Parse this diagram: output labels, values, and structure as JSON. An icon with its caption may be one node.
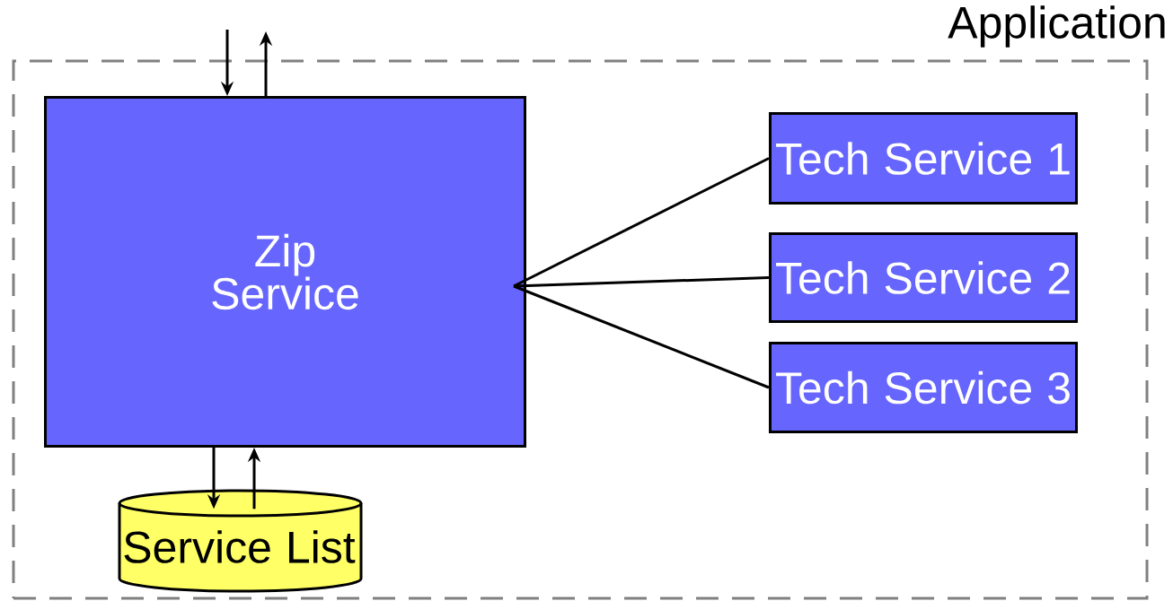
{
  "diagram": {
    "nodes": [
      {
        "text": [
          "Application"
        ]
      },
      {
        "text": [
          "Zip Service"
        ],
        "in": 0
      },
      {
        "text": [
          "Tech Service 1"
        ],
        "in": 0
      },
      {
        "text": [
          "Tech Service 2"
        ],
        "in": 0
      },
      {
        "text": [
          "Tech Service 3"
        ],
        "in": 0
      },
      {
        "text": [
          "Service List"
        ],
        "in": 0
      }
    ],
    "edges": [
      {
        "from": null,
        "to": 1,
        "arrow": "to"
      },
      {
        "from": 1,
        "to": null,
        "arrow": "to"
      },
      {
        "from": 1,
        "to": 2,
        "arrow": "none"
      },
      {
        "from": 1,
        "to": 3,
        "arrow": "none"
      },
      {
        "from": 1,
        "to": 4,
        "arrow": "none"
      },
      {
        "from": 1,
        "to": 5,
        "arrow": "to"
      },
      {
        "from": 5,
        "to": 1,
        "arrow": "to"
      }
    ]
  }
}
